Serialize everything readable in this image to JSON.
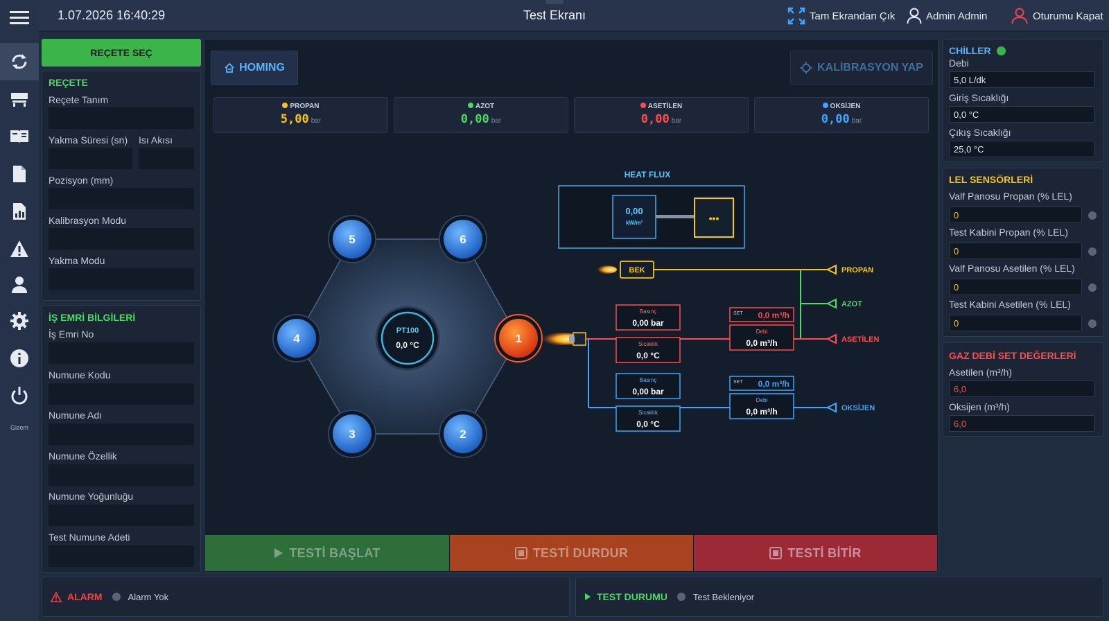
{
  "header": {
    "datetime": "1.07.2026 16:40:29",
    "title": "Test Ekranı",
    "fullscreen_label": "Tam Ekrandan Çık",
    "user_label": "Admin Admin",
    "logout_label": "Oturumu Kapat"
  },
  "sidebar": {
    "footer_label": "Gizem",
    "icons": [
      "menu-icon",
      "refresh-icon",
      "oven-icon",
      "book-icon",
      "document-icon",
      "report-icon",
      "warning-icon",
      "user-icon",
      "gear-icon",
      "info-icon",
      "power-icon"
    ]
  },
  "recipe": {
    "select_button": "REÇETE SEÇ",
    "title": "REÇETE",
    "definition_label": "Reçete Tanım",
    "burn_time_label": "Yakma Süresi (sn)",
    "heat_flux_label": "Isı Akısı",
    "position_label": "Pozisyon (mm)",
    "calibration_mode_label": "Kalibrasyon Modu",
    "burn_mode_label": "Yakma Modu"
  },
  "work_order": {
    "title": "İŞ EMRİ BİLGİLERİ",
    "fields": [
      "İş Emri No",
      "Numune Kodu",
      "Numune Adı",
      "Numune Özellik",
      "Numune Yoğunluğu",
      "Test Numune Adeti"
    ]
  },
  "main": {
    "homing_button": "HOMING",
    "calibration_button": "KALİBRASYON YAP",
    "gauges": [
      {
        "name": "PROPAN",
        "value": "5,00",
        "unit": "bar",
        "color": "#f5c518"
      },
      {
        "name": "AZOT",
        "value": "0,00",
        "unit": "bar",
        "color": "#4cd964"
      },
      {
        "name": "ASETİLEN",
        "value": "0,00",
        "unit": "bar",
        "color": "#ff4d4d"
      },
      {
        "name": "OKSİJEN",
        "value": "0,00",
        "unit": "bar",
        "color": "#3ea6ff"
      }
    ]
  },
  "diagram": {
    "heat_flux_title": "HEAT FLUX",
    "heat_flux_value": "0,00",
    "heat_flux_unit": "kW/m²",
    "heat_flux_more": "•••",
    "pt100_label": "PT100",
    "pt100_value": "0,0 °C",
    "positions": [
      "1",
      "2",
      "3",
      "4",
      "5",
      "6"
    ],
    "active_position": "1",
    "burner_label": "BEK",
    "gas_labels": {
      "propan": "PROPAN",
      "azot": "AZOT",
      "asetilen": "ASETİLEN",
      "oksijen": "OKSİJEN"
    },
    "acetylene": {
      "pressure_label": "Basınç",
      "pressure_value": "0,00 bar",
      "temp_label": "Sıcaklık",
      "temp_value": "0,0 °C",
      "set_label": "SET",
      "set_value": "0,0 m³/h",
      "flow_label": "Debi",
      "flow_value": "0,0 m³/h"
    },
    "oxygen": {
      "pressure_label": "Basınç",
      "pressure_value": "0,00 bar",
      "temp_label": "Sıcaklık",
      "temp_value": "0,0 °C",
      "set_label": "SET",
      "set_value": "0,0 m³/h",
      "flow_label": "Debi",
      "flow_value": "0,0 m³/h"
    }
  },
  "actions": {
    "start": "TESTİ BAŞLAT",
    "stop": "TESTİ DURDUR",
    "finish": "TESTİ BİTİR"
  },
  "status_bar": {
    "alarm_title": "ALARM",
    "alarm_text": "Alarm Yok",
    "test_title": "TEST DURUMU",
    "test_text": "Test Bekleniyor"
  },
  "chiller": {
    "title": "CHİLLER",
    "flow_label": "Debi",
    "flow_value": "5,0 L/dk",
    "inlet_label": "Giriş Sıcaklığı",
    "inlet_value": "0,0 °C",
    "outlet_label": "Çıkış Sıcaklığı",
    "outlet_value": "25,0 °C"
  },
  "lel": {
    "title": "LEL SENSÖRLERİ",
    "sensors": [
      {
        "label": "Valf Panosu Propan (% LEL)",
        "value": "0"
      },
      {
        "label": "Test Kabini Propan (% LEL)",
        "value": "0"
      },
      {
        "label": "Valf Panosu Asetilen (% LEL)",
        "value": "0"
      },
      {
        "label": "Test Kabini Asetilen (% LEL)",
        "value": "0"
      }
    ]
  },
  "gas_set": {
    "title": "GAZ DEBİ SET DEĞERLERİ",
    "acetylene_label": "Asetilen (m³/h)",
    "acetylene_value": "6,0",
    "oxygen_label": "Oksijen (m³/h)",
    "oxygen_value": "6,0"
  }
}
